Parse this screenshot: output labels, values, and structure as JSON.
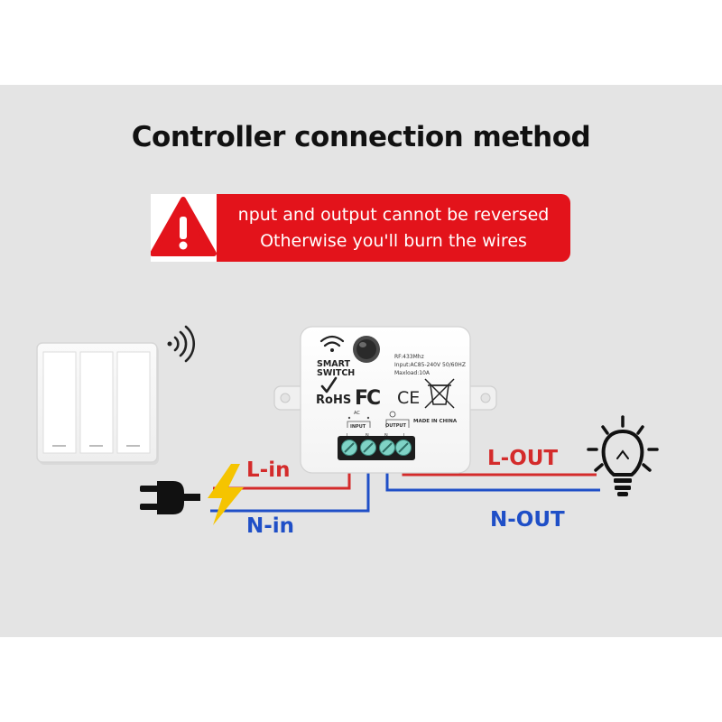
{
  "page": {
    "title": "Controller connection method",
    "background": "#e4e4e4"
  },
  "warning": {
    "icon": "warning-triangle-icon",
    "line1": "nput and output cannot be reversed",
    "line2": "Otherwise you'll burn the wires",
    "color": "#e3131b"
  },
  "device": {
    "icons": [
      "wifi-icon",
      "checkmark-icon",
      "weee-bin-icon"
    ],
    "label_line1": "SMART",
    "label_line2": "SWITCH",
    "rohs": "RoHS",
    "fc": "FC",
    "ce": "CE",
    "spec_rf": "RF:433Mhz",
    "spec_input": "Input:AC85-240V 50/60HZ",
    "spec_load": "Maxload:10A",
    "made_in": "MADE IN CHINA",
    "input_label": "INPUT",
    "output_label": "OUTPUT",
    "ac_label": "AC",
    "terminal_labels": [
      "L",
      "N",
      "N",
      "L"
    ]
  },
  "wiring": {
    "l_in": "L-in",
    "n_in": "N-in",
    "l_out": "L-OUT",
    "n_out": "N-OUT",
    "live_color": "#d42b2b",
    "neutral_color": "#1f4fc7"
  },
  "wall_switch": {
    "gangs": 3,
    "icon": "wall-switch-icon"
  },
  "icons": {
    "signal": "radio-signal-icon",
    "plug": "power-plug-icon",
    "bolt": "lightning-bolt-icon",
    "bulb": "light-bulb-icon"
  }
}
